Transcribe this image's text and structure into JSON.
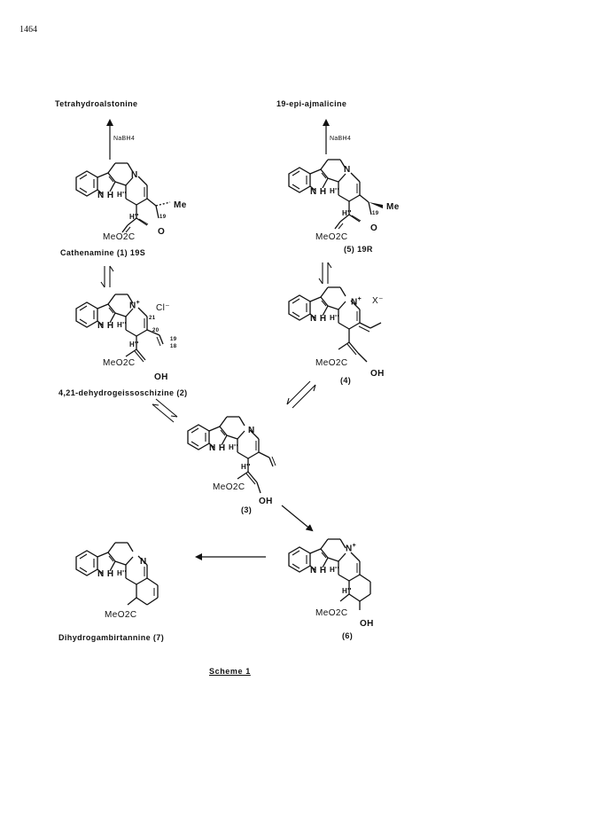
{
  "page_number": "1464",
  "products": {
    "tetrahydroalstonine": "Tetrahydroalstonine",
    "epi_ajmalicine": "19-epi-ajmalicine",
    "dihydrogambirtannine": "Dihydrogambirtannine (7)"
  },
  "reagents": {
    "left": "NaBH4",
    "right": "NaBH4"
  },
  "compounds": {
    "c1": "Cathenamine (1) 19S",
    "c5": "(5) 19R",
    "c2": "4,21-dehydrogeissoschizine (2)",
    "c4": "(4)",
    "c3": "(3)",
    "c6": "(6)"
  },
  "atom_labels": {
    "nitrogen": "N",
    "nh_n": "N",
    "nh_h": "H",
    "h_alpha": "H''",
    "methyl": "Me",
    "oxygen": "O",
    "ester": "MeO2C",
    "hydroxyl": "OH",
    "chloride": "Cl⁻",
    "counterion": "X⁻",
    "plus": "+",
    "pos19": "19",
    "pos20": "20",
    "pos21": "21",
    "pos18": "18"
  },
  "caption": "Scheme 1"
}
